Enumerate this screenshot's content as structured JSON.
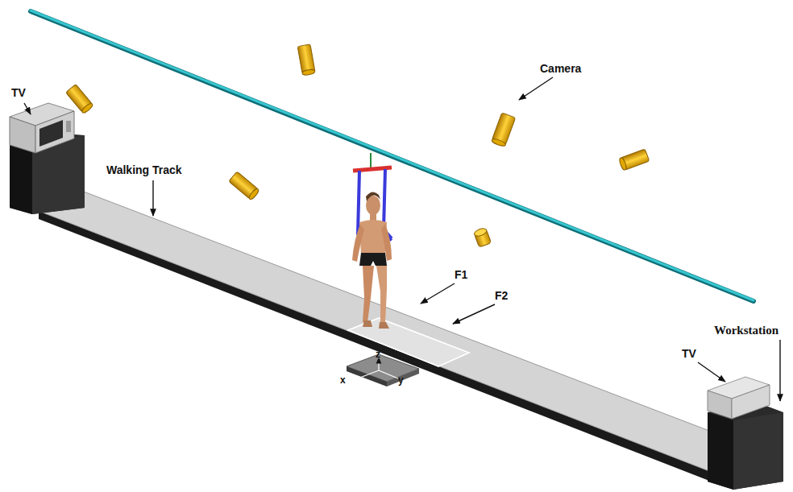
{
  "diagram": {
    "labels": [
      "TV",
      "Camera",
      "Walking Track",
      "F1",
      "F2",
      "z",
      "x",
      "y",
      "TV",
      "Workstation"
    ]
  }
}
